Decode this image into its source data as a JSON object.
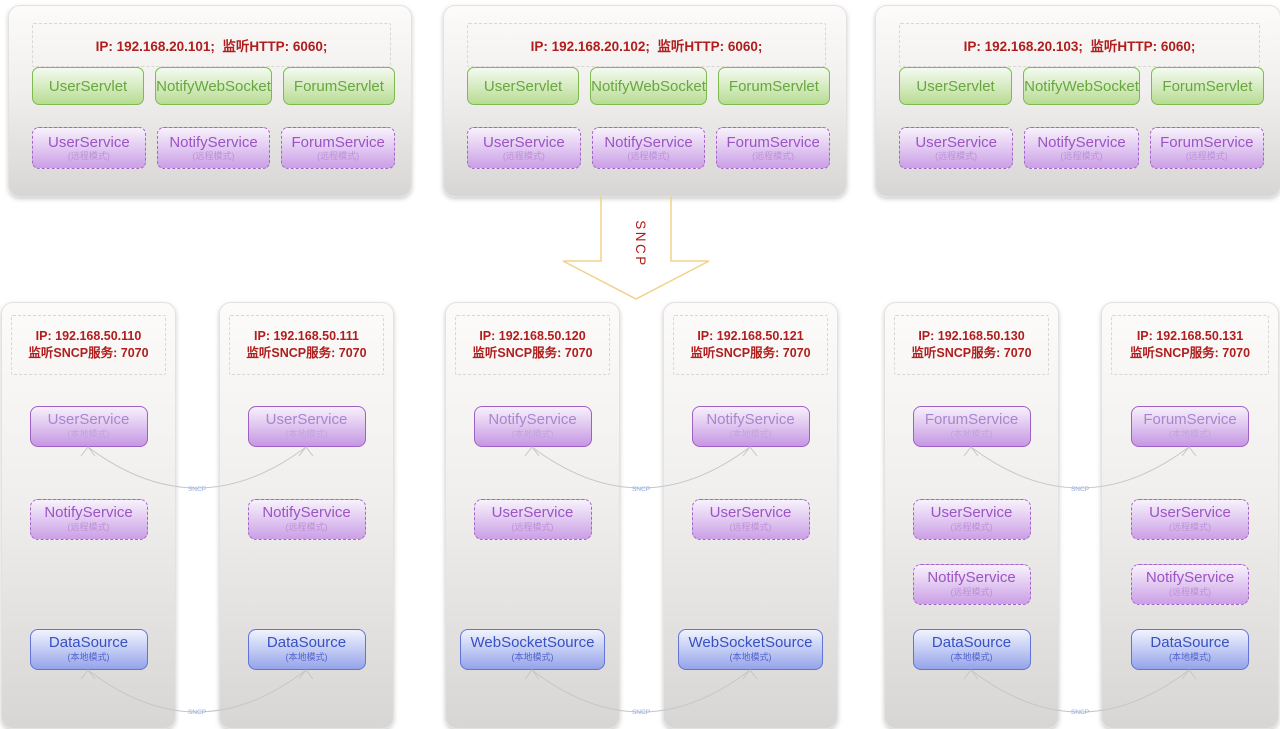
{
  "top_servers": [
    {
      "header": "IP: 192.168.20.101;  监听HTTP: 6060;",
      "servlets": [
        "UserServlet",
        "NotifyWebSocket",
        "ForumServlet"
      ],
      "services": [
        {
          "name": "UserService",
          "mode": "(远程模式)"
        },
        {
          "name": "NotifyService",
          "mode": "(远程模式)"
        },
        {
          "name": "ForumService",
          "mode": "(远程模式)"
        }
      ]
    },
    {
      "header": "IP: 192.168.20.102;  监听HTTP: 6060;",
      "servlets": [
        "UserServlet",
        "NotifyWebSocket",
        "ForumServlet"
      ],
      "services": [
        {
          "name": "UserService",
          "mode": "(远程模式)"
        },
        {
          "name": "NotifyService",
          "mode": "(远程模式)"
        },
        {
          "name": "ForumService",
          "mode": "(远程模式)"
        }
      ]
    },
    {
      "header": "IP: 192.168.20.103;  监听HTTP: 6060;",
      "servlets": [
        "UserServlet",
        "NotifyWebSocket",
        "ForumServlet"
      ],
      "services": [
        {
          "name": "UserService",
          "mode": "(远程模式)"
        },
        {
          "name": "NotifyService",
          "mode": "(远程模式)"
        },
        {
          "name": "ForumService",
          "mode": "(远程模式)"
        }
      ]
    }
  ],
  "arrow": {
    "label": "SNCP"
  },
  "bottom_servers": [
    {
      "ip": "IP: 192.168.50.110",
      "listen": "监听SNCP服务: 7070",
      "services": [
        {
          "name": "UserService",
          "mode": "(本地模式)"
        },
        {
          "name": "NotifyService",
          "mode": "(远程模式)"
        },
        {
          "name": "DataSource",
          "mode": "(本地模式)"
        }
      ]
    },
    {
      "ip": "IP: 192.168.50.111",
      "listen": "监听SNCP服务: 7070",
      "services": [
        {
          "name": "UserService",
          "mode": "(本地模式)"
        },
        {
          "name": "NotifyService",
          "mode": "(远程模式)"
        },
        {
          "name": "DataSource",
          "mode": "(本地模式)"
        }
      ]
    },
    {
      "ip": "IP: 192.168.50.120",
      "listen": "监听SNCP服务: 7070",
      "services": [
        {
          "name": "NotifyService",
          "mode": "(本地模式)"
        },
        {
          "name": "UserService",
          "mode": "(远程模式)"
        },
        {
          "name": "WebSocketSource",
          "mode": "(本地模式)"
        }
      ]
    },
    {
      "ip": "IP: 192.168.50.121",
      "listen": "监听SNCP服务: 7070",
      "services": [
        {
          "name": "NotifyService",
          "mode": "(本地模式)"
        },
        {
          "name": "UserService",
          "mode": "(远程模式)"
        },
        {
          "name": "WebSocketSource",
          "mode": "(本地模式)"
        }
      ]
    },
    {
      "ip": "IP: 192.168.50.130",
      "listen": "监听SNCP服务: 7070",
      "services": [
        {
          "name": "ForumService",
          "mode": "(本地模式)"
        },
        {
          "name": "UserService",
          "mode": "(远程模式)"
        },
        {
          "name": "NotifyService",
          "mode": "(远程模式)"
        },
        {
          "name": "DataSource",
          "mode": "(本地模式)"
        }
      ]
    },
    {
      "ip": "IP: 192.168.50.131",
      "listen": "监听SNCP服务: 7070",
      "services": [
        {
          "name": "ForumService",
          "mode": "(本地模式)"
        },
        {
          "name": "UserService",
          "mode": "(远程模式)"
        },
        {
          "name": "NotifyService",
          "mode": "(远程模式)"
        },
        {
          "name": "DataSource",
          "mode": "(本地模式)"
        }
      ]
    }
  ],
  "connections": [
    {
      "label": "SNCP"
    },
    {
      "label": "SNCP"
    },
    {
      "label": "SNCP"
    },
    {
      "label": "SNCP"
    },
    {
      "label": "SNCP"
    },
    {
      "label": "SNCP"
    }
  ],
  "colors": {
    "servlet_green": "#7fba4e",
    "service_purple": "#9e62c6",
    "source_blue": "#6274d8",
    "ip_red": "#b01d1d",
    "arrow_yellow": "#f1d28a"
  }
}
